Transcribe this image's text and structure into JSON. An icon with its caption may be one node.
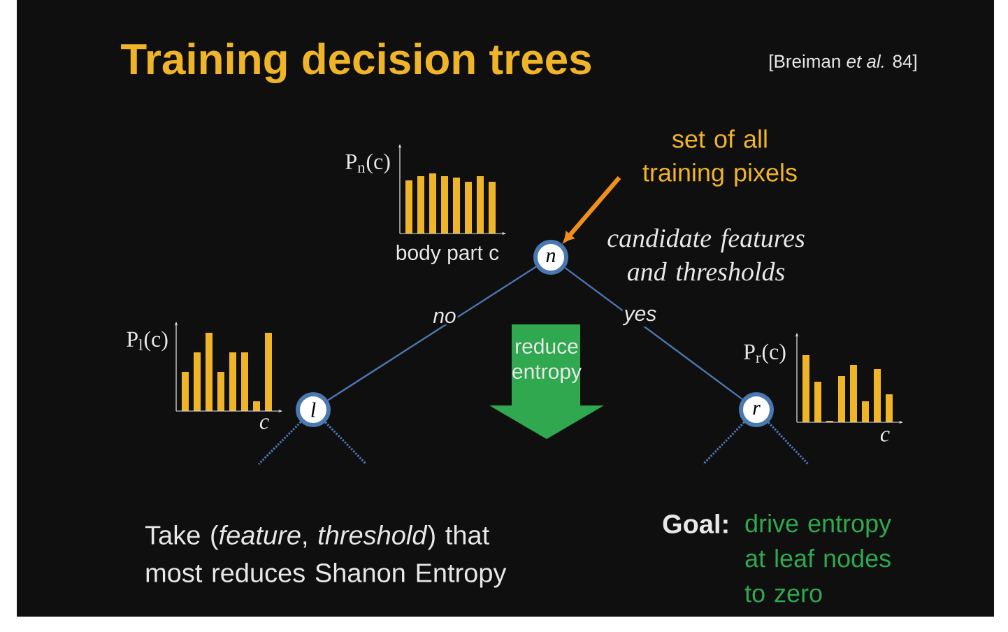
{
  "diagram": {
    "title": "Training decision trees",
    "nodes": [
      {
        "text": [
          "set of all training pixels"
        ]
      },
      {
        "text": [
          "n"
        ],
        "beside": [
          "candidate features and thresholds"
        ]
      },
      {
        "text": [
          "l"
        ]
      },
      {
        "text": [
          "r"
        ]
      },
      {
        "text": [
          "reduce entropy"
        ]
      }
    ],
    "edges": [
      {
        "from": 0,
        "to": 1,
        "arrow": "to",
        "color": "#f0901a",
        "style": "thick"
      },
      {
        "from": 1,
        "to": 2,
        "arrow": "none",
        "label": "no"
      },
      {
        "from": 1,
        "to": 3,
        "arrow": "none",
        "label": "yes"
      },
      {
        "from": 2,
        "to": null,
        "arrow": "none",
        "style": "dashed"
      },
      {
        "from": 2,
        "to": null,
        "arrow": "none",
        "style": "dashed"
      },
      {
        "from": 3,
        "to": null,
        "arrow": "none",
        "style": "dashed"
      },
      {
        "from": 3,
        "to": null,
        "arrow": "none",
        "style": "dashed"
      }
    ],
    "labels": [
      "[Breiman *et al.* 84]",
      "P$_{n}$(c)",
      "body part c",
      "P$_{l}$(c)",
      "c",
      "P$_{r}$(c)",
      "c",
      "Take (*feature*, *threshold*) that most reduces Shanon Entropy",
      "Goal:",
      "drive entropy at leaf nodes to zero"
    ]
  }
}
